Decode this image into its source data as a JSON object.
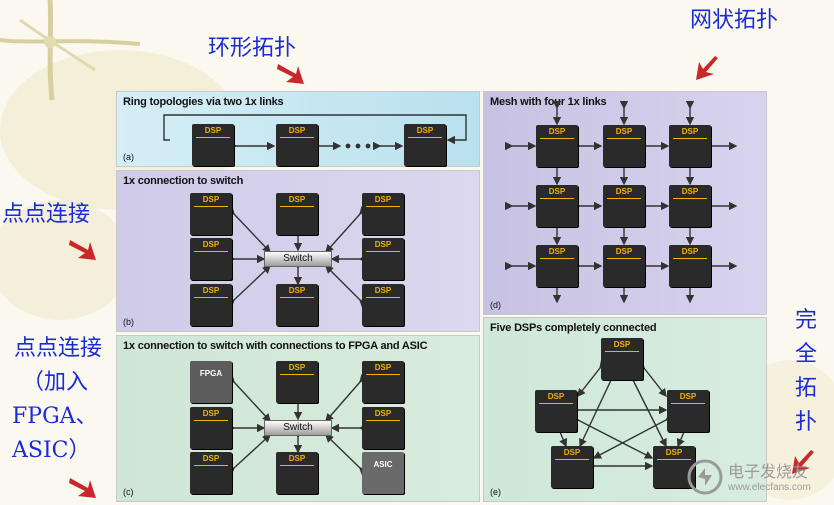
{
  "labels": {
    "ring": "环形拓扑",
    "mesh": "网状拓扑",
    "p2p": "点点连接",
    "p2p_fpga": [
      "点点连接",
      "（加入",
      "FPGA、",
      "ASIC）"
    ],
    "full": [
      "完",
      "全",
      "拓",
      "扑"
    ]
  },
  "panels": {
    "a": {
      "title": "Ring topologies via two 1x links",
      "tag": "(a)"
    },
    "b": {
      "title": "1x connection to switch",
      "tag": "(b)"
    },
    "c": {
      "title": "1x connection to switch with connections to FPGA and ASIC",
      "tag": "(c)"
    },
    "d": {
      "title": "Mesh with four 1x links",
      "tag": "(d)"
    },
    "e": {
      "title": "Five DSPs completely connected",
      "tag": "(e)"
    }
  },
  "chips": {
    "dsp": "DSP",
    "switch": "Switch",
    "fpga": "FPGA",
    "asic": "ASIC"
  },
  "colors": {
    "title_cn": "#1a2bd6",
    "arrow_red": "#c8282a",
    "dsp_text": "#f2b400"
  },
  "watermark": {
    "line1": "电子发烧友",
    "line2": "www.elecfans.com"
  }
}
